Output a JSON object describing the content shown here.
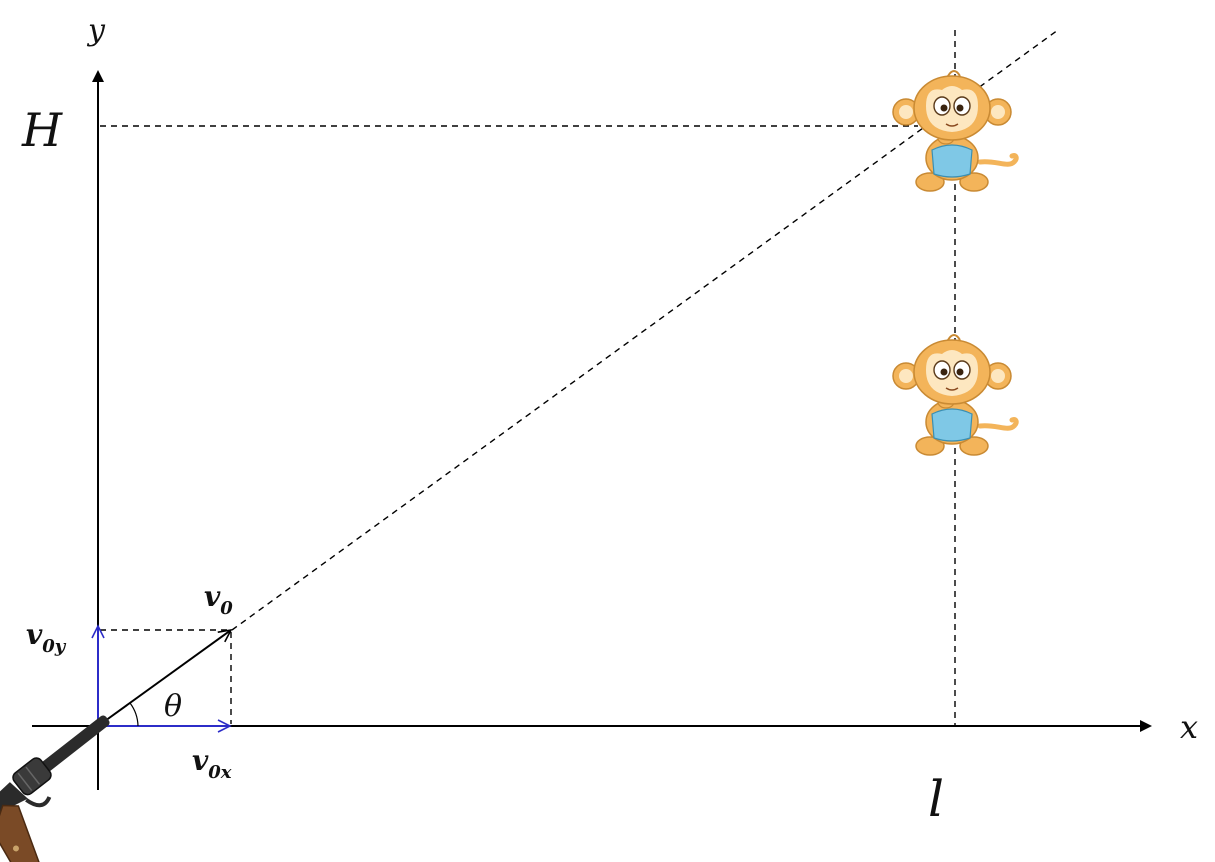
{
  "axes": {
    "x_label": "x",
    "y_label": "y"
  },
  "marks": {
    "height_label": "H",
    "distance_label": "l",
    "angle_label": "θ",
    "velocity": {
      "main": "v",
      "sub": "0"
    },
    "velocity_x": {
      "main": "v",
      "sub": "0x"
    },
    "velocity_y": {
      "main": "v",
      "sub": "0y"
    }
  },
  "objects": {
    "shooter": "revolver",
    "targets": [
      "monkey",
      "monkey"
    ]
  },
  "colors": {
    "axis": "#000000",
    "component_vectors": "#2c2cc8",
    "dashed_lines": "#000000",
    "monkey_fur": "#f3b45a",
    "monkey_face": "#fde7c0",
    "monkey_shirt": "#7fc8e6",
    "gun_metal": "#2b2b2b",
    "gun_grip": "#7a4a26"
  }
}
